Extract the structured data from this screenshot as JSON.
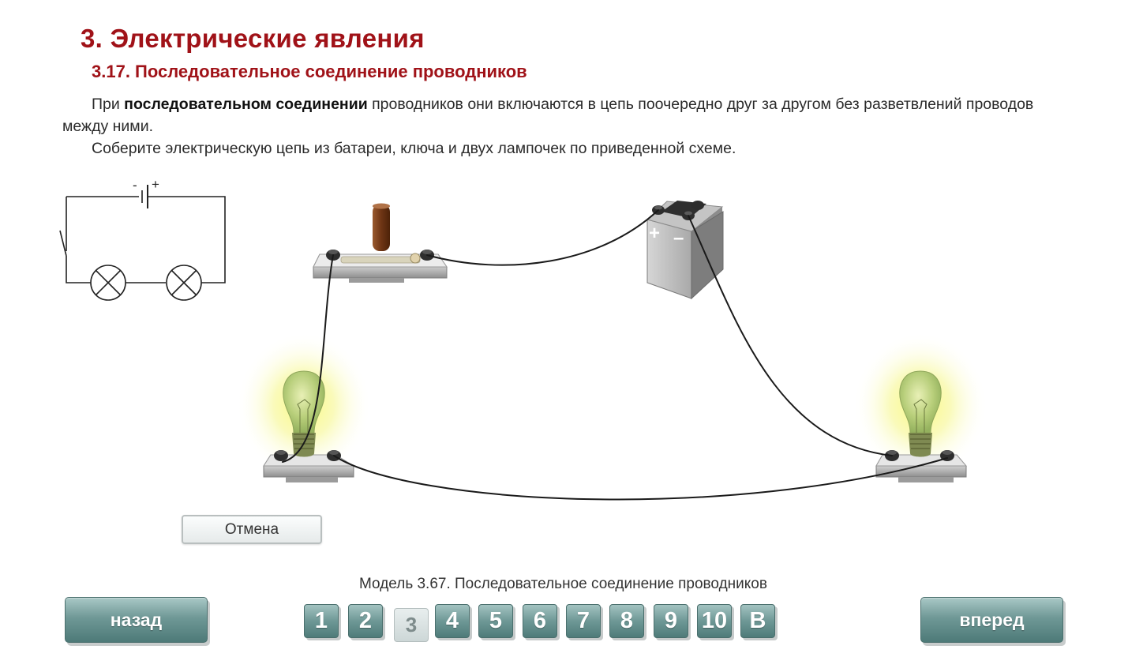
{
  "header": {
    "chapter_title": "3. Электрические явления",
    "section_title": "3.17. Последовательное соединение проводников"
  },
  "intro": {
    "p1_before": "При ",
    "p1_bold": "последовательном соединении",
    "p1_after": " проводников они включаются в цепь поочередно друг за другом без разветвлений проводов между ними.",
    "p2": "Соберите электрическую цепь из батареи, ключа и двух лампочек по приведенной схеме."
  },
  "schematic": {
    "battery_minus": "-",
    "battery_plus": "+"
  },
  "battery": {
    "plus": "+",
    "minus": "–"
  },
  "cancel_label": "Отмена",
  "model_caption": "Модель 3.67. Последовательное соединение проводников",
  "nav": {
    "back_label": "назад",
    "forward_label": "вперед",
    "pages": [
      "1",
      "2",
      "3",
      "4",
      "5",
      "6",
      "7",
      "8",
      "9",
      "10",
      "В"
    ],
    "active_page": "3"
  },
  "colors": {
    "title": "#a01218",
    "nav_button": "#6f9896",
    "lamp_glow": "#f4f46a"
  }
}
